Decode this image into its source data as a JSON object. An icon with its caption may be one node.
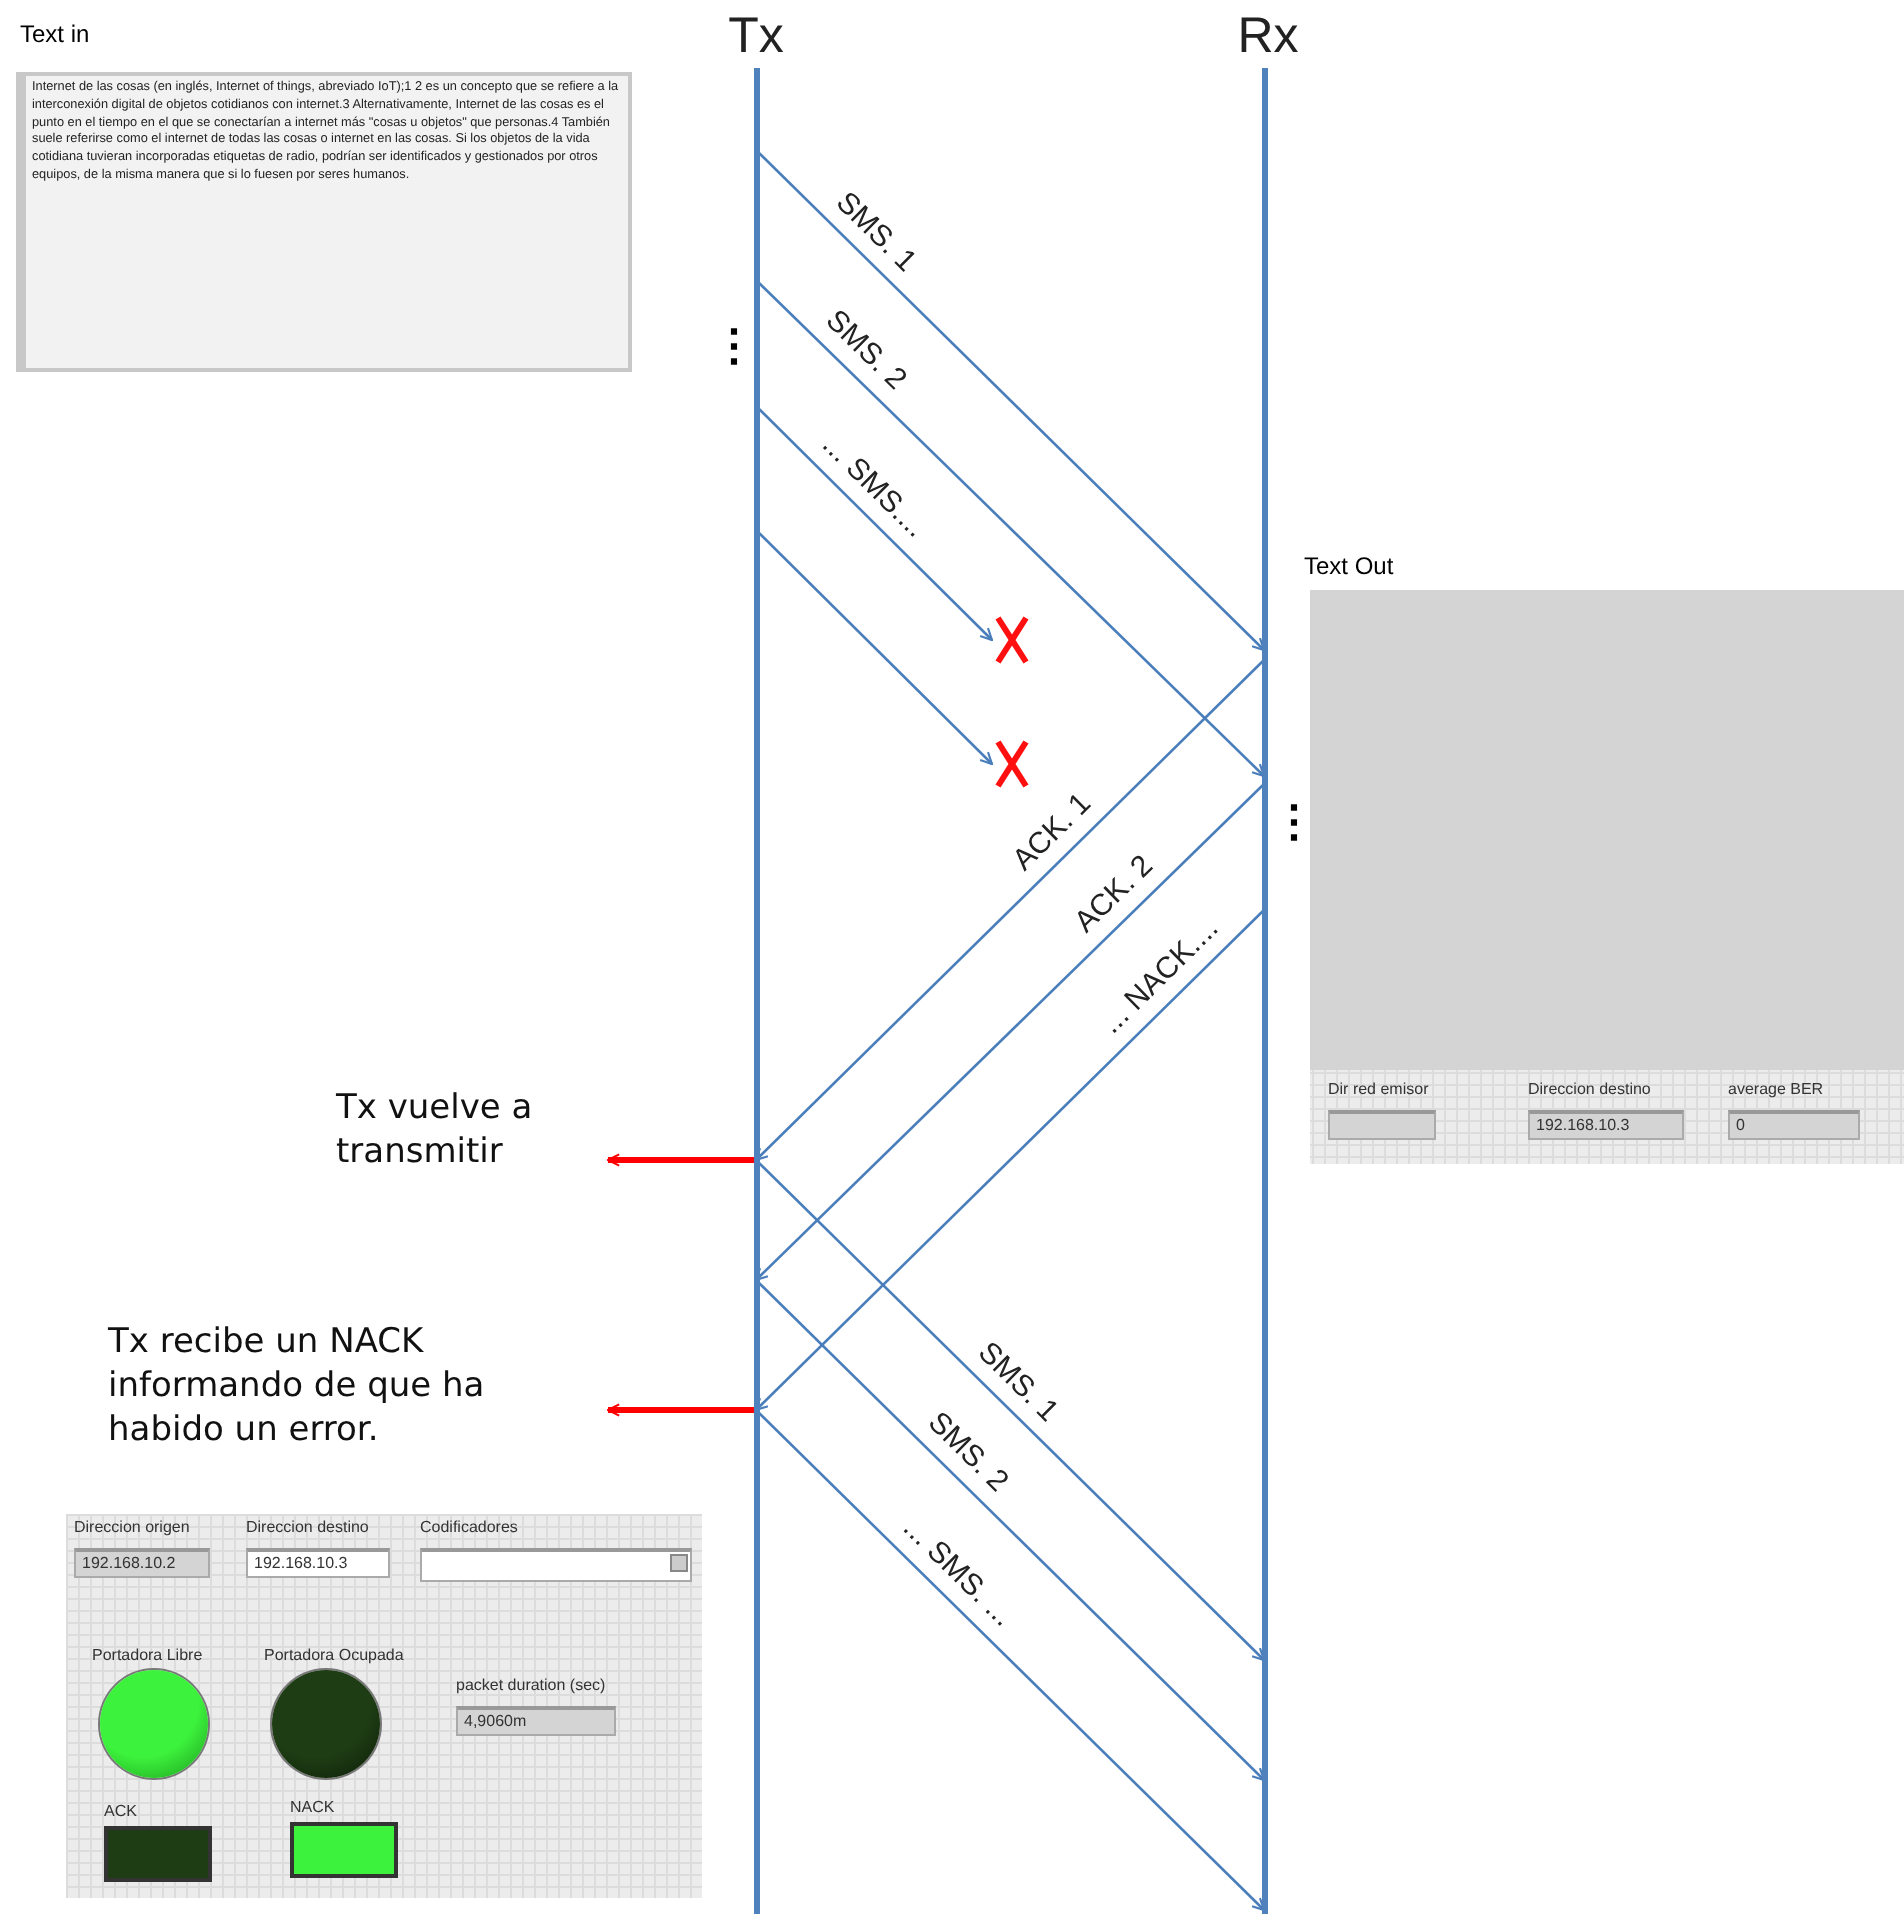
{
  "diagram": {
    "nodes": [
      {
        "text": [
          "Tx"
        ]
      },
      {
        "text": [
          "Rx"
        ]
      },
      {
        "text": [],
        "shape": "cross"
      },
      {
        "text": [],
        "shape": "cross"
      },
      {
        "text": [
          "Tx vuelve a transmitir"
        ]
      },
      {
        "text": [
          "Tx recibe un NACK informando de que ha habido un error."
        ]
      },
      {
        "text": [
          "Text in",
          "Internet de las cosas (en inglés, Internet of things, abreviado IoT);1 2 es un concepto que se refiere a la interconexión digital de objetos cotidianos con internet.3 Alternativamente, Internet de las cosas es el punto en el tiempo en el que se conectarían a internet más \"cosas u objetos\" que personas.4 También suele referirse como el internet de todas las cosas o internet en las cosas. Si los objetos de la vida cotidiana tuvieran incorporadas etiquetas de radio, podrían ser identificados y gestionados por otros equipos, de la misma manera que si lo fuesen por seres humanos."
        ]
      },
      {
        "text": [
          "Text Out"
        ]
      },
      {
        "text": [
          "Dir red emisor"
        ],
        "in": 7
      },
      {
        "text": [
          "Direccion destino",
          "192.168.10.3"
        ],
        "in": 7
      },
      {
        "text": [
          "average BER",
          "0"
        ],
        "in": 7
      },
      {
        "text": [],
        "shape": "box"
      },
      {
        "text": [
          "Direccion origen",
          "192.168.10.2"
        ],
        "in": 11
      },
      {
        "text": [
          "Direccion destino",
          "192.168.10.3"
        ],
        "in": 11
      },
      {
        "text": [
          "Codificadores"
        ],
        "in": 11
      },
      {
        "text": [
          "Portadora Libre"
        ],
        "in": 11
      },
      {
        "text": [
          "Portadora Ocupada"
        ],
        "in": 11
      },
      {
        "text": [
          "packet duration (sec)",
          "4,9060m"
        ],
        "in": 11
      },
      {
        "text": [
          "ACK"
        ],
        "in": 11
      },
      {
        "text": [
          "NACK"
        ],
        "in": 11
      }
    ],
    "edges": [
      {
        "from": 0,
        "to": 1,
        "arrow": "to",
        "label": "SMS. 1"
      },
      {
        "from": 0,
        "to": 1,
        "arrow": "to",
        "label": "SMS. 2"
      },
      {
        "from": 0,
        "to": 2,
        "arrow": "to",
        "label": "... SMS...."
      },
      {
        "from": 0,
        "to": 3,
        "arrow": "to"
      },
      {
        "from": 1,
        "to": 0,
        "arrow": "to",
        "label": "ACK. 1"
      },
      {
        "from": 1,
        "to": 0,
        "arrow": "to",
        "label": "ACK. 2"
      },
      {
        "from": 1,
        "to": 0,
        "arrow": "to",
        "label": "... NACK...."
      },
      {
        "from": 0,
        "to": 1,
        "arrow": "to",
        "label": "SMS. 1"
      },
      {
        "from": 0,
        "to": 1,
        "arrow": "to",
        "label": "SMS. 2"
      },
      {
        "from": 0,
        "to": 1,
        "arrow": "to",
        "label": "... SMS. ..."
      },
      {
        "from": 0,
        "to": 4,
        "arrow": "to",
        "style": "thick",
        "color": "#ff0000"
      },
      {
        "from": 0,
        "to": 5,
        "arrow": "to",
        "style": "thick",
        "color": "#ff0000"
      }
    ],
    "labels": [
      "⋮",
      "⋮"
    ]
  }
}
